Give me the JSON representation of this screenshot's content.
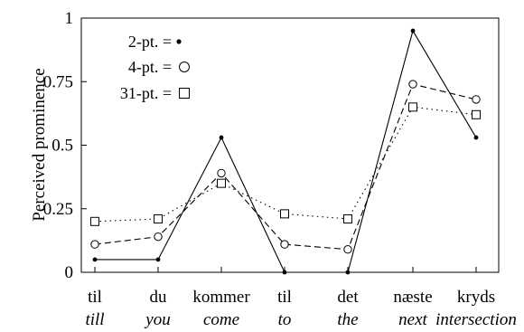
{
  "chart_data": {
    "type": "line",
    "categories": [
      "til",
      "du",
      "kommer",
      "til",
      "det",
      "næste",
      "kryds"
    ],
    "glosses": [
      "till",
      "you",
      "come",
      "to",
      "the",
      "next",
      "intersection"
    ],
    "ylabel": "Perceived prominence",
    "ylim": [
      0,
      1
    ],
    "yticks": [
      0,
      0.25,
      0.5,
      0.75,
      1
    ],
    "ytick_labels": [
      "0",
      "0.25",
      "0.5",
      "0.75",
      "1"
    ],
    "legend_position": "top-left",
    "grid": false,
    "series": [
      {
        "name": "2-pt. =",
        "marker": "filled-dot",
        "line_style": "solid",
        "values": [
          0.05,
          0.05,
          0.53,
          0.0,
          0.0,
          0.95,
          0.53
        ]
      },
      {
        "name": "4-pt. =",
        "marker": "open-circle",
        "line_style": "dashed",
        "values": [
          0.11,
          0.14,
          0.39,
          0.11,
          0.09,
          0.74,
          0.68
        ]
      },
      {
        "name": "31-pt. =",
        "marker": "open-square",
        "line_style": "dotted",
        "values": [
          0.2,
          0.21,
          0.35,
          0.23,
          0.21,
          0.65,
          0.62
        ]
      }
    ]
  }
}
